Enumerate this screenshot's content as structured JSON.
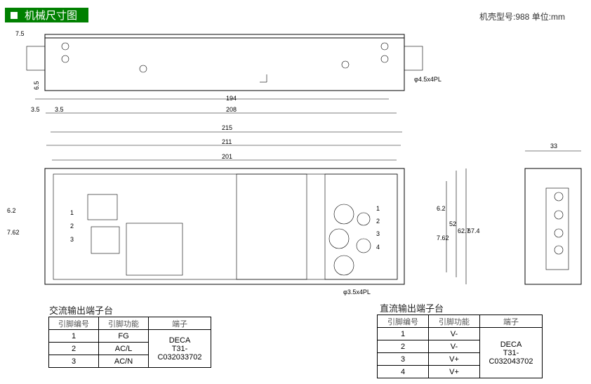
{
  "header": {
    "title": "机械尺寸图",
    "unit": "机壳型号:988 单位:mm"
  },
  "top_view": {
    "dim_7_5": "7.5",
    "dim_6_5": "6.5",
    "dim_3_5a": "3.5",
    "dim_3_5b": "3.5",
    "dim_194": "194",
    "dim_208": "208",
    "hole": "φ4.5x4PL"
  },
  "front_view": {
    "dim_215": "215",
    "dim_211": "211",
    "dim_201": "201",
    "dim_33": "33",
    "left_6_2": "6.2",
    "left_7_62": "7.62",
    "left_pins": [
      "1",
      "2",
      "3"
    ],
    "right_pins": [
      "1",
      "2",
      "3",
      "4"
    ],
    "right_6_2": "6.2",
    "right_7_62": "7.62",
    "dim_52": "52",
    "dim_62_7": "62.7",
    "dim_67_4": "67.4",
    "hole": "φ3.5x4PL"
  },
  "ac_table": {
    "title": "交流输出端子台",
    "headers": [
      "引脚编号",
      "引脚功能",
      "端子"
    ],
    "rows": [
      [
        "1",
        "FG"
      ],
      [
        "2",
        "AC/L"
      ],
      [
        "3",
        "AC/N"
      ]
    ],
    "terminal": [
      "DECA",
      "T31-C032033702"
    ]
  },
  "dc_table": {
    "title": "直流输出端子台",
    "headers": [
      "引脚编号",
      "引脚功能",
      "端子"
    ],
    "rows": [
      [
        "1",
        "V-"
      ],
      [
        "2",
        "V-"
      ],
      [
        "3",
        "V+"
      ],
      [
        "4",
        "V+"
      ]
    ],
    "terminal": [
      "DECA",
      "T31-C032043702"
    ]
  }
}
